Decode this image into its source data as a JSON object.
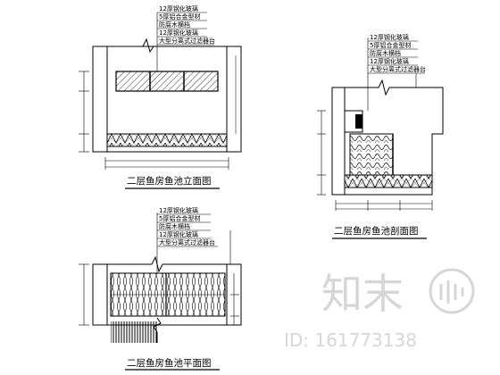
{
  "drawings": {
    "elevation": {
      "title": "二层鱼房鱼池立面图",
      "callouts": [
        "12厚钢化玻璃",
        "5厚铝合金型材",
        "防腐木横档",
        "12厚钢化玻璃",
        "大型分离式过滤器台"
      ]
    },
    "section": {
      "title": "二层鱼房鱼池剖面图",
      "callouts": [
        "12厚钢化玻璃",
        "5厚铝合金型材",
        "防腐木横档",
        "12厚钢化玻璃",
        "大型分离式过滤器台"
      ]
    },
    "plan": {
      "title": "二层鱼房鱼池平面图",
      "callouts": [
        "12厚钢化玻璃",
        "5厚铝合金型材",
        "防腐木横档",
        "12厚钢化玻璃",
        "大型分离式过滤器台"
      ]
    }
  },
  "watermark": {
    "brand": "知末",
    "id_label": "ID: 161773138"
  },
  "colors": {
    "ink": "#000000",
    "watermark": "#d6d6d6",
    "background": "#ffffff"
  }
}
